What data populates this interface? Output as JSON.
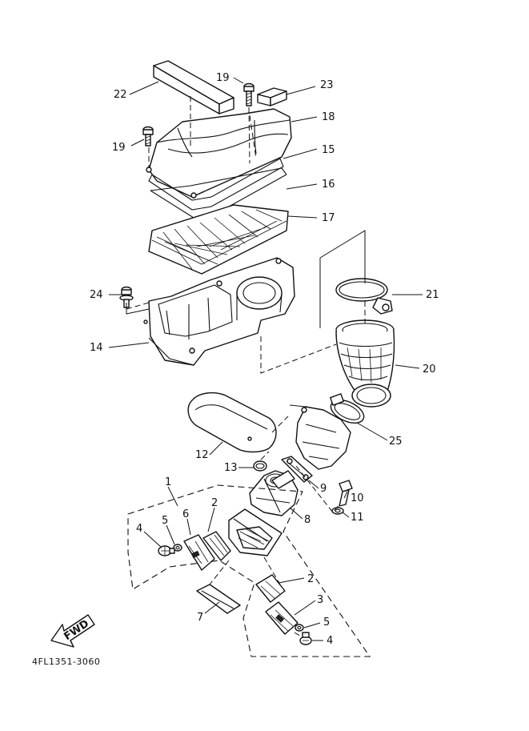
{
  "catalog_number": "4FL1351-3060",
  "fwd_arrow_label": "FWD",
  "callouts": {
    "p1": "1",
    "p2_upper": "2",
    "p2_lower": "2",
    "p3": "3",
    "p4_left": "4",
    "p4_lower": "4",
    "p5_left": "5",
    "p5_lower": "5",
    "p6": "6",
    "p7": "7",
    "p8": "8",
    "p9": "9",
    "p10": "10",
    "p11": "11",
    "p12": "12",
    "p13": "13",
    "p14": "14",
    "p15": "15",
    "p16": "16",
    "p17": "17",
    "p18": "18",
    "p19_top": "19",
    "p19_left": "19",
    "p20": "20",
    "p21": "21",
    "p22": "22",
    "p23": "23",
    "p24": "24",
    "p25": "25"
  }
}
